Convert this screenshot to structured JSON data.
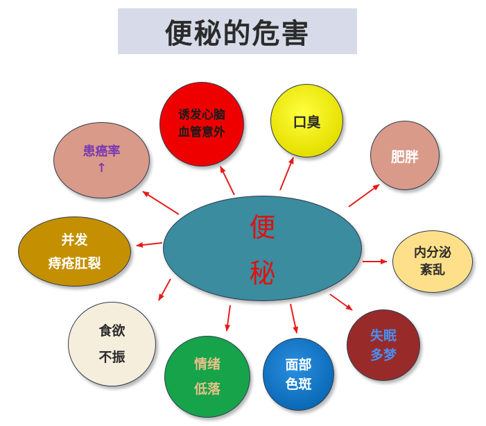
{
  "title": "便秘的危害",
  "center": {
    "line1": "便",
    "line2": "秘"
  },
  "nodes": {
    "cardio": {
      "line1": "诱发心脑",
      "line2": "血管意外"
    },
    "breath": {
      "line1": "口臭"
    },
    "obesity": {
      "line1": "肥胖"
    },
    "endocrine": {
      "line1": "内分泌",
      "line2": "紊乱"
    },
    "insomnia": {
      "line1": "失眠",
      "line2": "多梦"
    },
    "spots": {
      "line1": "面部",
      "line2": "色斑"
    },
    "mood": {
      "line1": "情绪",
      "line2": "低落"
    },
    "appetite": {
      "line1": "食欲",
      "line2": "不振"
    },
    "hemorrhoids": {
      "line1": "并发",
      "line2": "痔疮肛裂"
    },
    "cancer": {
      "line1": "患癌率",
      "line2": "↑"
    }
  },
  "colors": {
    "cardio": "#ee0000",
    "breath": "#f2f000",
    "obesity": "#d99a8a",
    "endocrine": "#ffe08a",
    "insomnia": "#982a2a",
    "spots": "#0c6bb8",
    "mood": "#16a34a",
    "appetite": "#f5eedd",
    "hemorrhoids": "#c48f00",
    "cancer": "#d99a8a",
    "arrow": "#e51b1b"
  }
}
